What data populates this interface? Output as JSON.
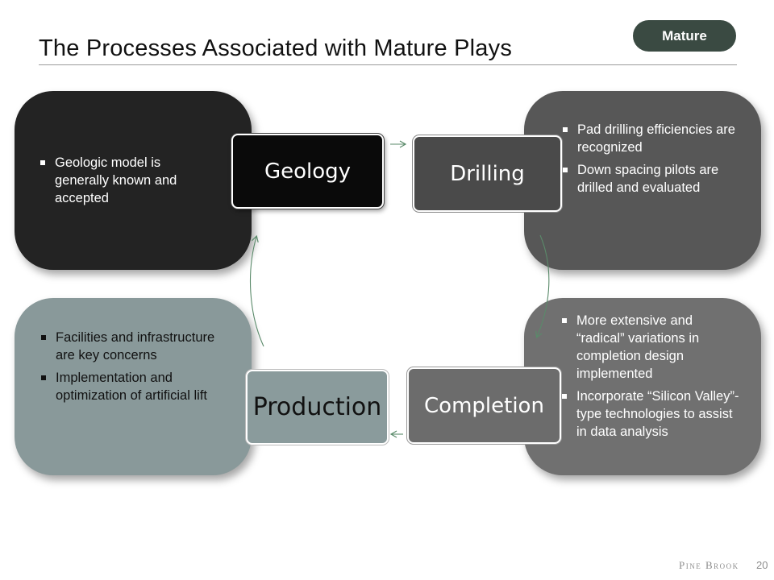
{
  "slide": {
    "title": "The Processes Associated with Mature Plays",
    "badge": "Mature",
    "footer_logo": "Pine Brook",
    "page_number": "20"
  },
  "processes": {
    "geology": "Geology",
    "drilling": "Drilling",
    "production": "Production",
    "completion": "Completion"
  },
  "notes": {
    "geology": [
      "Geologic model is generally known and accepted"
    ],
    "drilling": [
      "Pad drilling efficiencies are recognized",
      "Down spacing pilots are drilled and evaluated"
    ],
    "production": [
      "Facilities and infrastructure are key concerns",
      "Implementation and optimization of artificial lift"
    ],
    "completion": [
      "More extensive and “radical” variations in completion design implemented",
      "Incorporate “Silicon Valley”-type technologies to assist in data analysis"
    ]
  },
  "colors": {
    "badge": "#3a4a42",
    "arrow": "#5a8a6a",
    "geology_quadrant": "#232323",
    "drilling_quadrant": "#575757",
    "production_quadrant": "#89999a",
    "completion_quadrant": "#707070"
  }
}
